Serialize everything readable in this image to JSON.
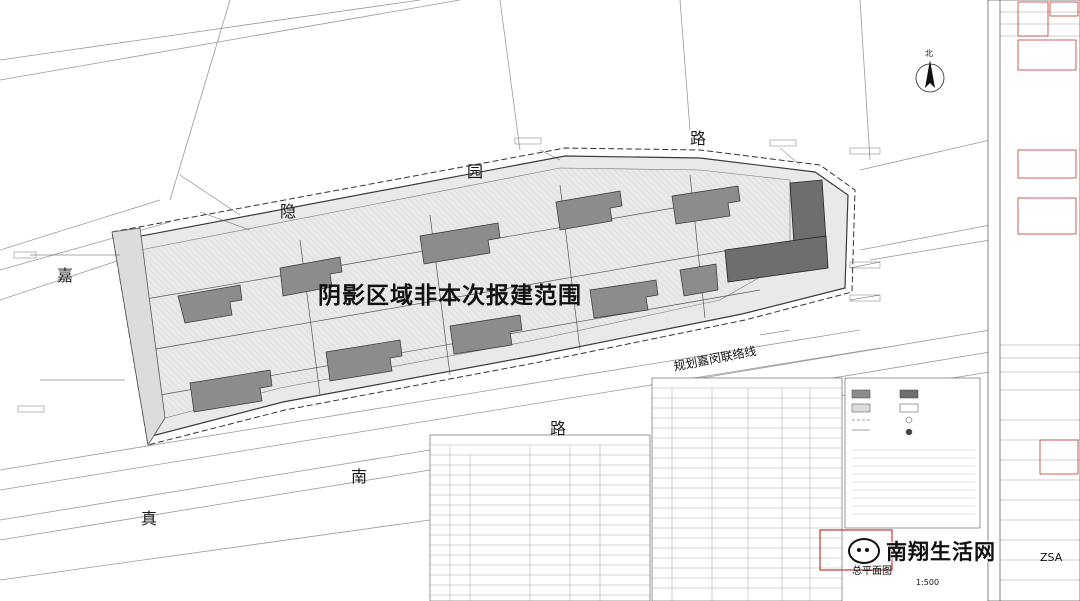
{
  "colors": {
    "line": "#3a3a3a",
    "thin_line": "#9a9a9a",
    "site_fill": "#e9e9e9",
    "building": "#8c8c8c",
    "building_dark": "#6e6e6e",
    "stamp_red": "#c0392b"
  },
  "roads": {
    "top_road": [
      "隐",
      "园",
      "路"
    ],
    "bottom_road": [
      "南",
      "真",
      "路"
    ],
    "left_road": "嘉"
  },
  "site": {
    "shaded_note": "阴影区域非本次报建范围",
    "planned_line": "规划嘉闵联络线"
  },
  "drawing": {
    "scale_title": "总平面图",
    "scale": "1:500",
    "north": "北"
  },
  "title_block": {
    "code_fragment": "ZSA"
  },
  "watermark": {
    "icon": "wechat-icon",
    "text": "南翔生活网"
  }
}
